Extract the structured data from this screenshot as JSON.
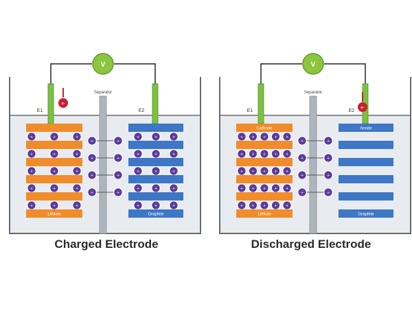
{
  "panels": [
    {
      "id": "charged",
      "caption": "Charged Electrode",
      "separator_label": "Separator",
      "meter_symbol": "V",
      "left_electrode": {
        "label": "E1",
        "bottom_plate_label": "Lithium",
        "top_plate_label": "",
        "ions_per_gap": 3
      },
      "right_electrode": {
        "label": "E2",
        "bottom_plate_label": "Graphite",
        "top_plate_label": "",
        "ions_per_gap": 3
      },
      "separator_ion_rows": 4,
      "indicator_sign": "e-",
      "indicator_on": "right"
    },
    {
      "id": "discharged",
      "caption": "Discharged Electrode",
      "separator_label": "Separator",
      "meter_symbol": "V",
      "left_electrode": {
        "label": "E1",
        "bottom_plate_label": "Lithium",
        "top_plate_label": "Cathode",
        "ions_per_gap": 5
      },
      "right_electrode": {
        "label": "E2",
        "bottom_plate_label": "Graphite",
        "top_plate_label": "Anode",
        "ions_per_gap": 0
      },
      "separator_ion_rows": 4,
      "indicator_sign": "e-",
      "indicator_on": "right"
    }
  ],
  "colors": {
    "cathode": "#f08c2a",
    "anode": "#3d77c5",
    "ion_fill": "#5b3a9a",
    "ion_ring": "#ffffff",
    "ion_text": "#ffffff",
    "electrolyte": "#e8ecf0",
    "separator": "#aeb5bd",
    "wire": "#222222",
    "tank": "#6a6a6a",
    "terminal": "#7cc242",
    "meter": "#8cc63f",
    "indicator": "#c91f2e",
    "caption": "#2a2a2a"
  }
}
